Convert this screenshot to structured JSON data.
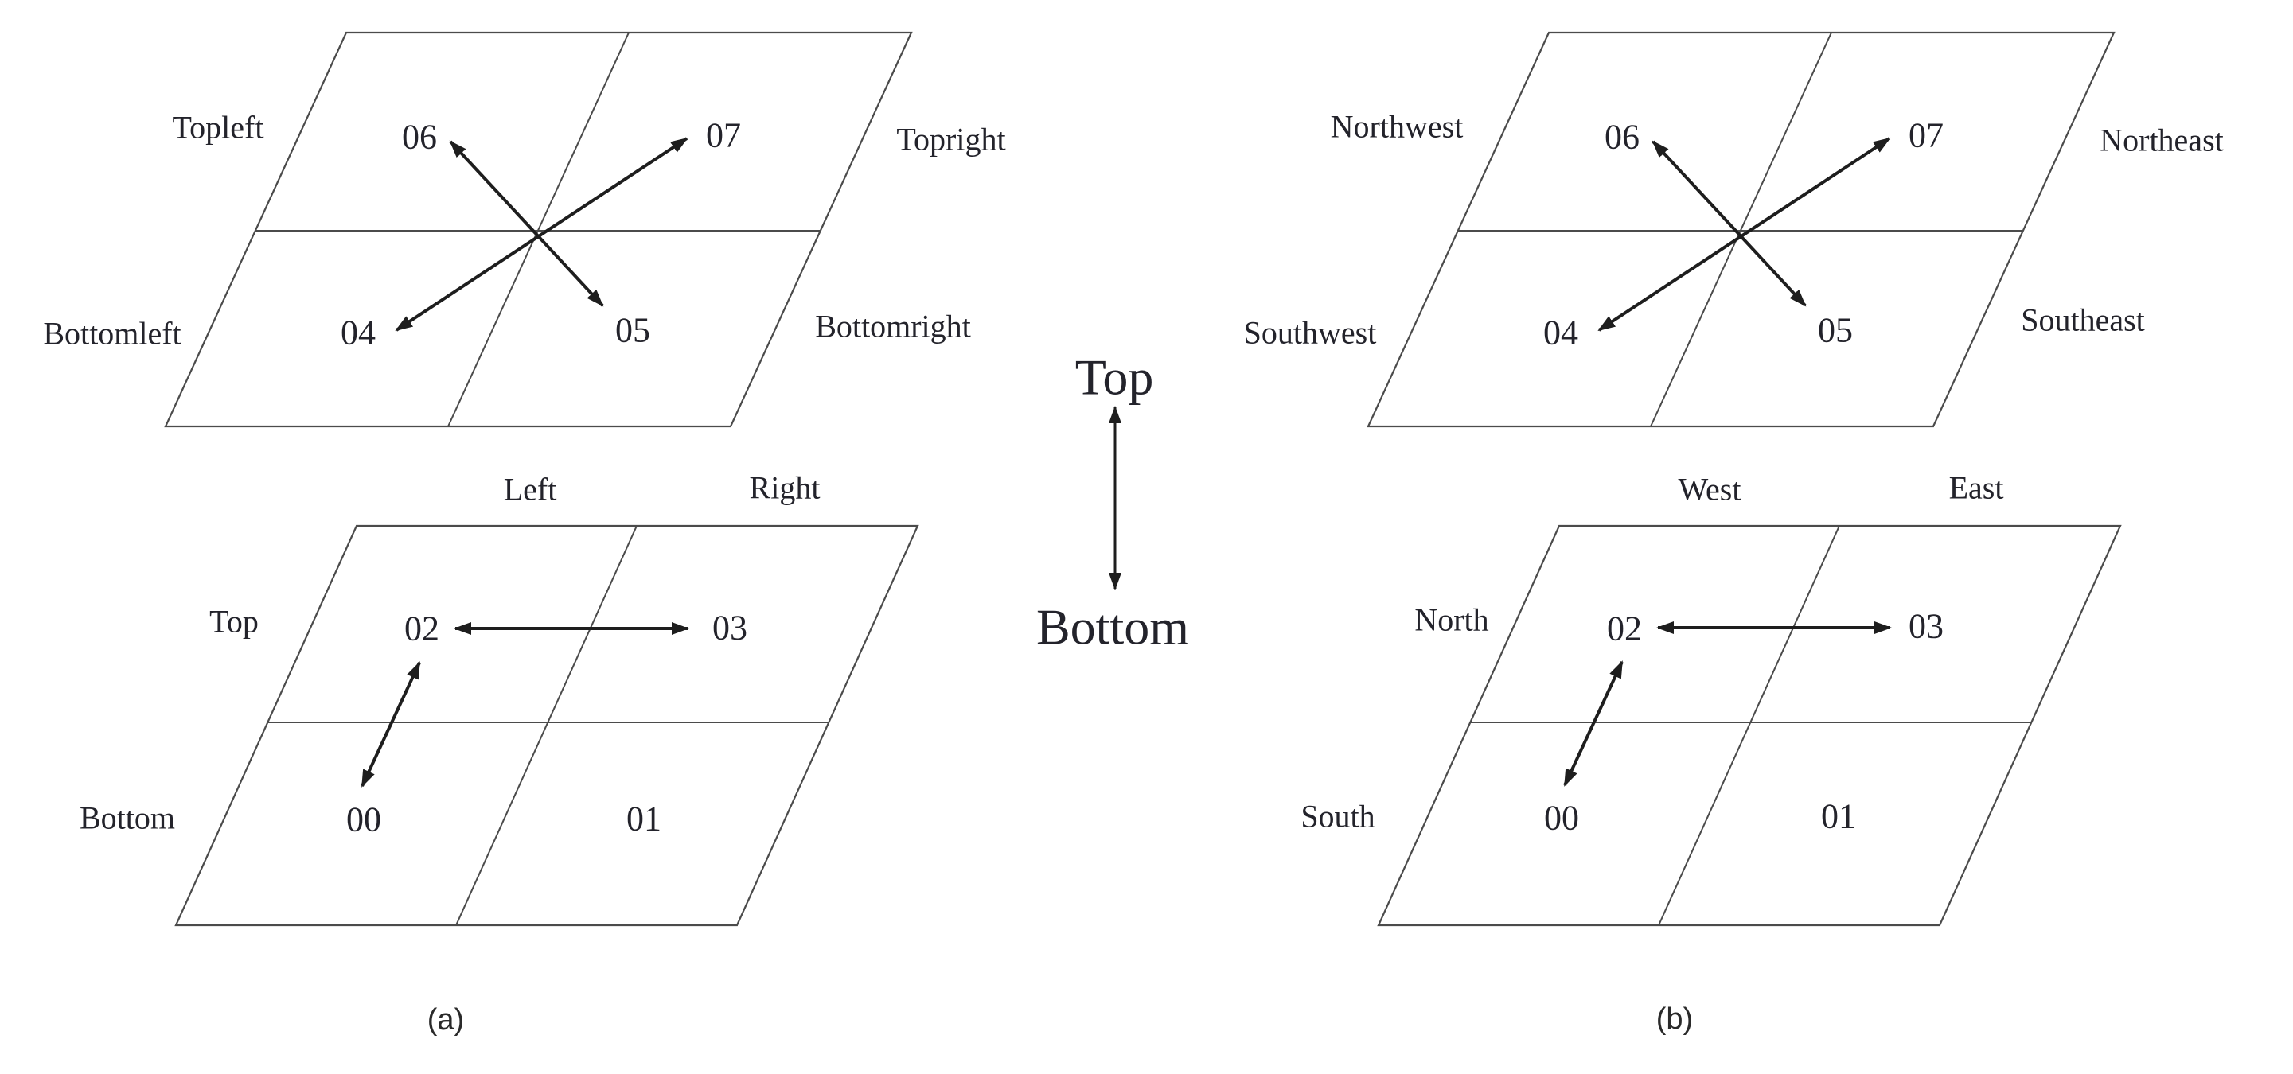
{
  "panel_a": {
    "caption": "(a)",
    "upper_grid": {
      "outer_labels": {
        "top_left": "Topleft",
        "top_right": "Topright",
        "bottom_left": "Bottomleft",
        "bottom_right": "Bottomright"
      },
      "cells": {
        "top_left": "06",
        "top_right": "07",
        "bottom_left": "04",
        "bottom_right": "05"
      }
    },
    "lower_grid": {
      "top_labels": {
        "left": "Left",
        "right": "Right"
      },
      "side_labels": {
        "top": "Top",
        "bottom": "Bottom"
      },
      "cells": {
        "top_left": "02",
        "top_right": "03",
        "bottom_left": "00",
        "bottom_right": "01"
      }
    }
  },
  "panel_b": {
    "caption": "(b)",
    "upper_grid": {
      "outer_labels": {
        "top_left": "Northwest",
        "top_right": "Northeast",
        "bottom_left": "Southwest",
        "bottom_right": "Southeast"
      },
      "cells": {
        "top_left": "06",
        "top_right": "07",
        "bottom_left": "04",
        "bottom_right": "05"
      }
    },
    "lower_grid": {
      "top_labels": {
        "left": "West",
        "right": "East"
      },
      "side_labels": {
        "top": "North",
        "bottom": "South"
      },
      "cells": {
        "top_left": "02",
        "top_right": "03",
        "bottom_left": "00",
        "bottom_right": "01"
      }
    }
  },
  "center_legend": {
    "top": "Top",
    "bottom": "Bottom"
  },
  "colors": {
    "line": "#4b4b4b",
    "arrow": "#1e1e1e",
    "text": "#23232b"
  }
}
